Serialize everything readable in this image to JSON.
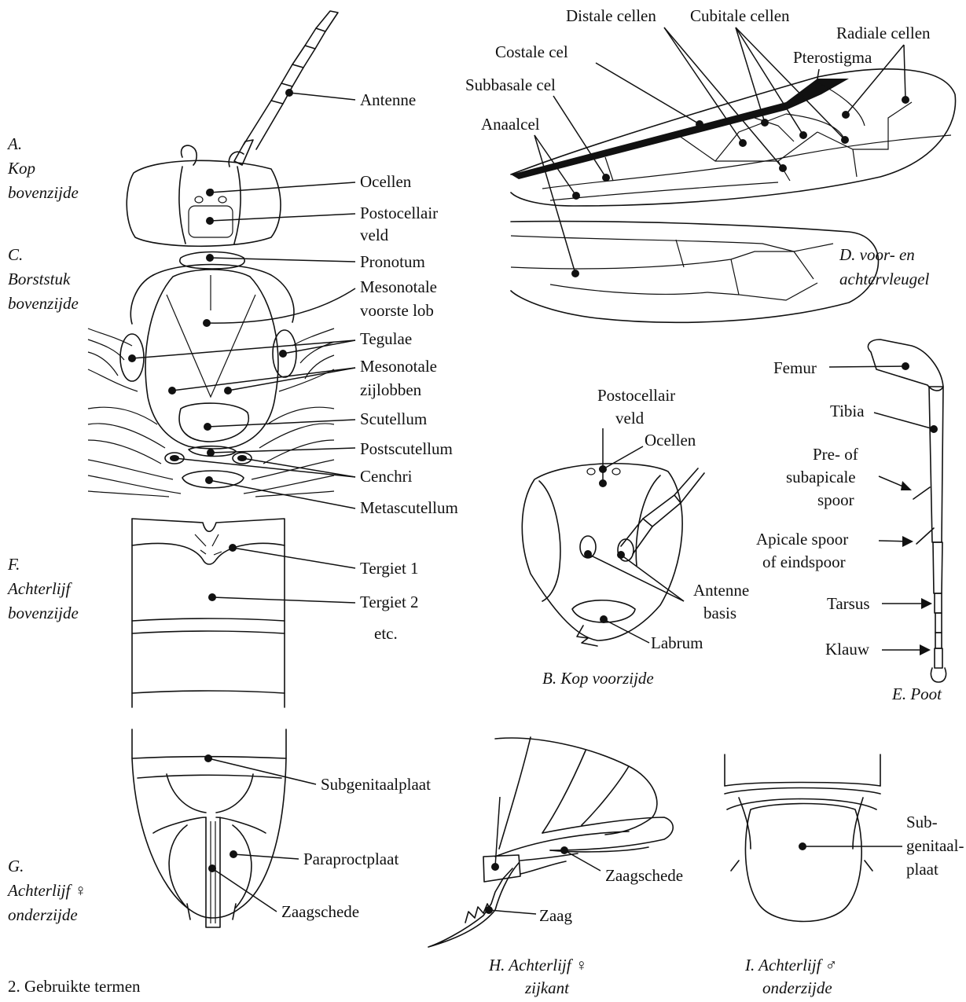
{
  "figure_caption": "2. Gebruikte termen",
  "panels": {
    "A": {
      "caption_lines": [
        "A.",
        "Kop",
        "bovenzijde"
      ],
      "labels": {
        "antenne": "Antenne",
        "ocellen": "Ocellen",
        "postocellair": [
          "Postocellair",
          "veld"
        ]
      }
    },
    "C": {
      "caption_lines": [
        "C.",
        "Borststuk",
        "bovenzijde"
      ],
      "labels": {
        "pronotum": "Pronotum",
        "mesonotale_voorste": [
          "Mesonotale",
          "voorste lob"
        ],
        "tegulae": "Tegulae",
        "mesonotale_zij": [
          "Mesonotale",
          "zijlobben"
        ],
        "scutellum": "Scutellum",
        "postscutellum": "Postscutellum",
        "cenchri": "Cenchri",
        "metascutellum": "Metascutellum"
      }
    },
    "D": {
      "caption_lines": [
        "D. voor- en",
        "achtervleugel"
      ],
      "labels": {
        "distale": "Distale cellen",
        "cubitale": "Cubitale cellen",
        "radiale": "Radiale cellen",
        "costale": "Costale cel",
        "pterostigma": "Pterostigma",
        "subbasale": "Subbasale cel",
        "anaalcel": "Anaalcel"
      }
    },
    "E": {
      "caption": "E. Poot",
      "labels": {
        "femur": "Femur",
        "tibia": "Tibia",
        "subapicale": [
          "Pre- of",
          "subapicale",
          "spoor"
        ],
        "apicale": [
          "Apicale spoor",
          "of eindspoor"
        ],
        "tarsus": "Tarsus",
        "klauw": "Klauw"
      }
    },
    "B": {
      "caption": "B. Kop voorzijde",
      "labels": {
        "postocellair": [
          "Postocellair",
          "veld"
        ],
        "ocellen": "Ocellen",
        "antenne_basis": [
          "Antenne",
          "basis"
        ],
        "labrum": "Labrum"
      }
    },
    "F": {
      "caption_lines": [
        "F.",
        "Achterlijf",
        "bovenzijde"
      ],
      "labels": {
        "tergiet1": "Tergiet 1",
        "tergiet2": [
          "Tergiet 2",
          "etc."
        ]
      }
    },
    "G": {
      "caption_lines": [
        "G.",
        "Achterlijf ♀",
        "onderzijde"
      ],
      "labels": {
        "subgenitaal": "Subgenitaalplaat",
        "paraproct": "Paraproctplaat",
        "zaagschede": "Zaagschede"
      }
    },
    "H": {
      "caption_lines": [
        "H. Achterlijf ♀",
        "zijkant"
      ],
      "labels": {
        "zaagschede": "Zaagschede",
        "zaag": "Zaag"
      }
    },
    "I": {
      "caption_lines": [
        "I. Achterlijf ♂",
        "onderzijde"
      ],
      "labels": {
        "subgenitaal": [
          "Sub-",
          "genitaal-",
          "plaat"
        ]
      }
    }
  }
}
